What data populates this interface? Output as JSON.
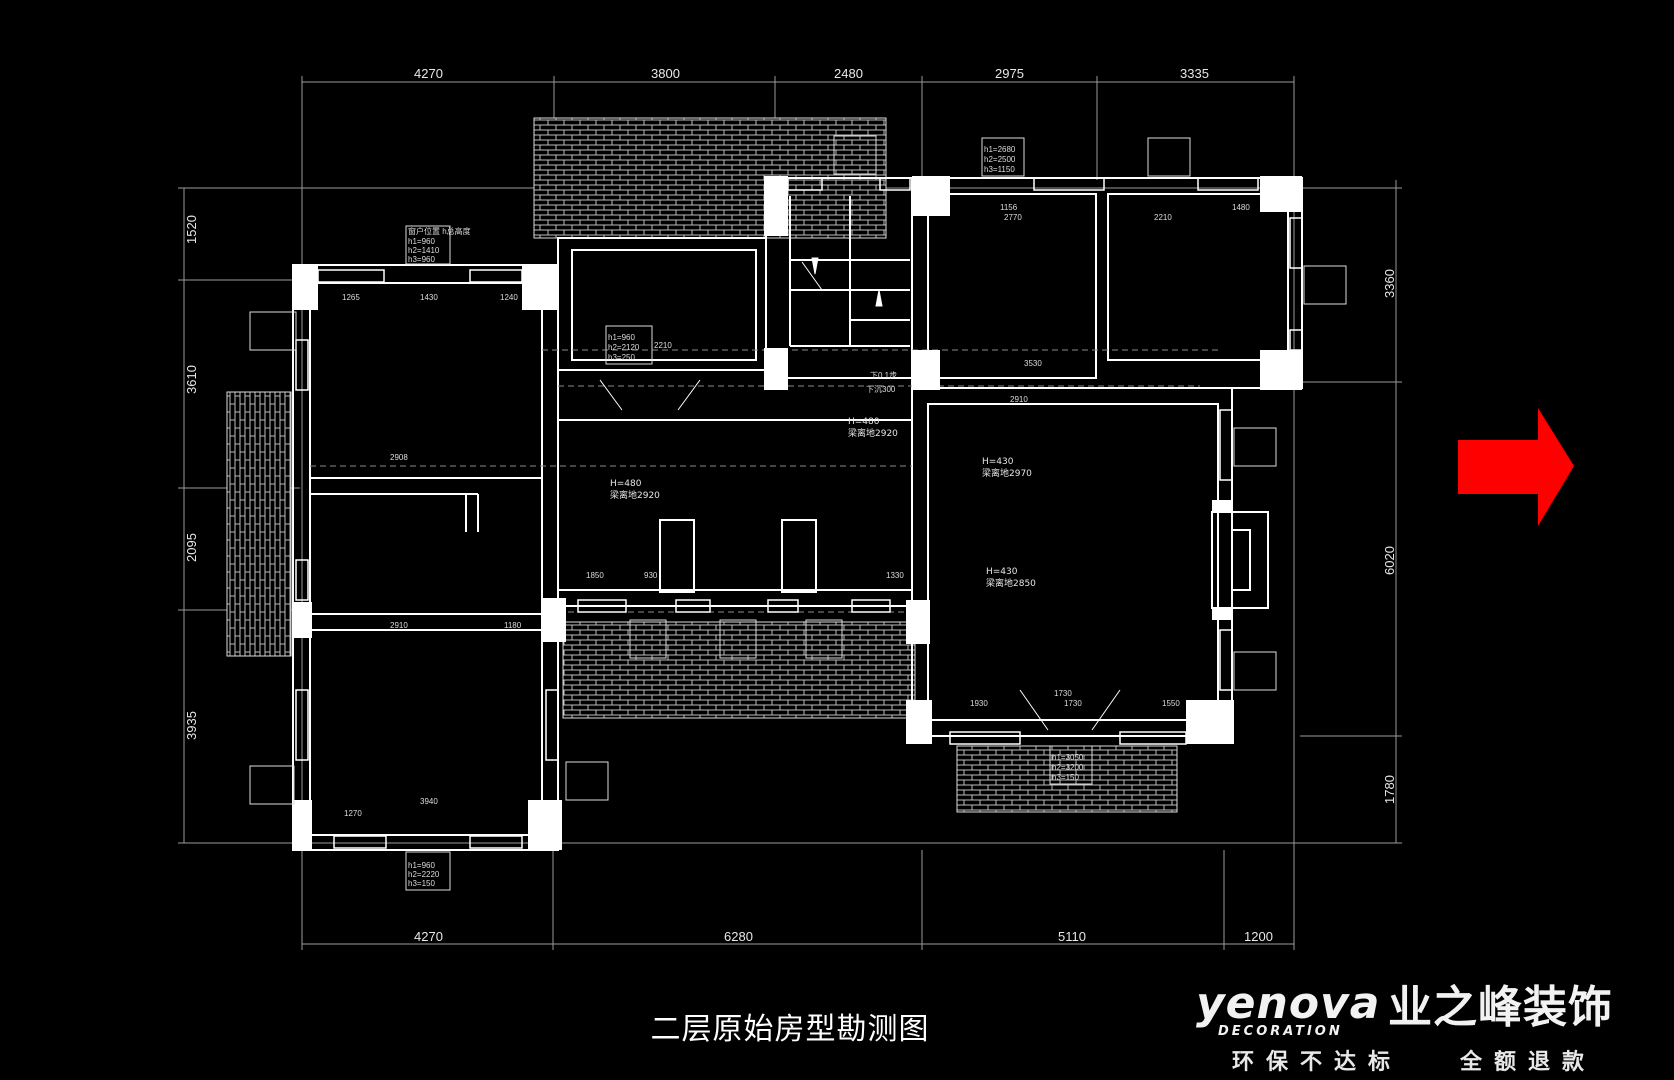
{
  "plan": {
    "top_dims": [
      "4270",
      "3800",
      "2480",
      "2975",
      "3335"
    ],
    "bottom_dims": [
      "4270",
      "6280",
      "5110",
      "1200"
    ],
    "left_dims": [
      "1520",
      "3610",
      "2095",
      "3935"
    ],
    "right_dims": [
      "3360",
      "6020",
      "1780"
    ],
    "notes": {
      "beam1_h": "H=480",
      "beam1_text": "梁离地2920",
      "beam2_h": "H=480",
      "beam2_text": "梁离地2920",
      "beam3_h": "H=430",
      "beam3_text": "梁离地2970",
      "beam4_h": "H=430",
      "beam4_text": "梁离地2850",
      "stair_text": "下0.1步",
      "stair_text2": "下沉300"
    },
    "inner_dims": [
      "1430",
      "1240",
      "1265",
      "2908",
      "2910",
      "1180",
      "1850",
      "930",
      "1270",
      "3940",
      "1330",
      "2210",
      "1156",
      "2770",
      "2210",
      "1480",
      "2910",
      "1730",
      "1930",
      "1550",
      "3530",
      "1730"
    ],
    "window_labels": [
      "窗户位置 h总高度",
      "h1=960",
      "h2=1410",
      "h3=960",
      "h1=960",
      "h2=2120",
      "h3=250",
      "h1=2680",
      "h2=2500",
      "h3=1150",
      "h1=960",
      "h2=2220",
      "h3=150",
      "h1=3050",
      "h2=3200",
      "h3=150"
    ]
  },
  "caption": "二层原始房型勘测图",
  "logo": {
    "en": "yenova",
    "en_sub": "DECORATION",
    "cn": "业之峰装饰",
    "slogan_left": "环保不达标",
    "slogan_right": "全额退款"
  },
  "colors": {
    "background": "#000000",
    "lines": "#ffffff",
    "arrow": "#ff0000"
  }
}
